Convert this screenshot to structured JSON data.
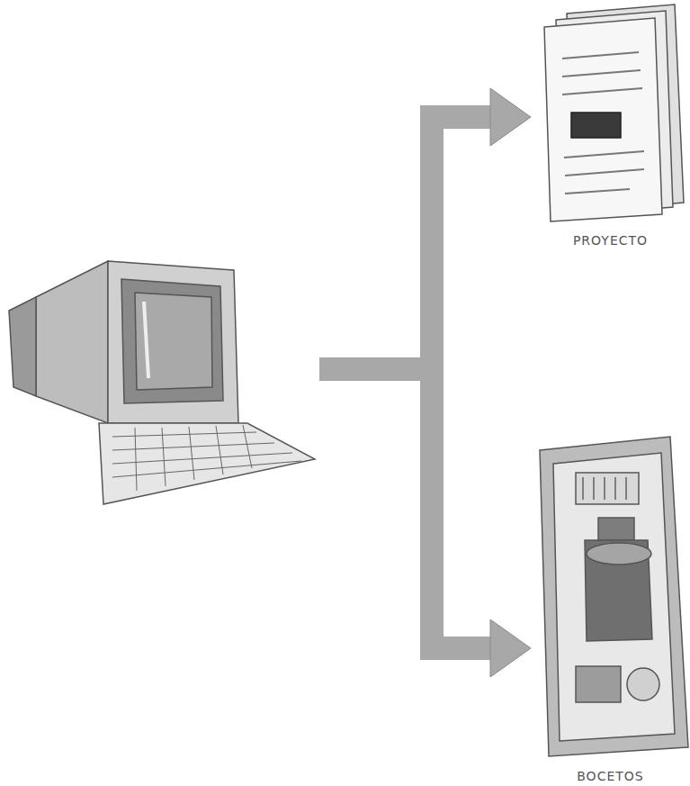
{
  "diagram": {
    "nodes": [
      {
        "text": []
      },
      {
        "text": [
          "PROYECTO"
        ]
      },
      {
        "text": [
          "BOCETOS"
        ]
      }
    ],
    "edges": [
      {
        "from": 0,
        "to": 1,
        "arrow": "to"
      },
      {
        "from": 0,
        "to": 2,
        "arrow": "to"
      }
    ]
  }
}
